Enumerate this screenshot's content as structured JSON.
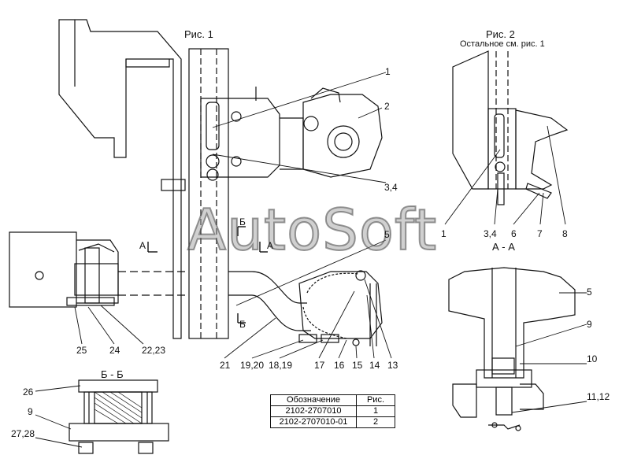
{
  "figures": {
    "fig1_title": "Рис. 1",
    "fig2_title": "Рис. 2",
    "fig2_note": "Остальное см. рис. 1"
  },
  "sections": {
    "aa": "А - А",
    "bb": "Б - Б",
    "mark_a_left": "А",
    "mark_a_right": "А",
    "mark_b_top": "Б",
    "mark_b_bottom": "Б"
  },
  "callouts": {
    "c1": "1",
    "c2": "2",
    "c34": "3,4",
    "c5": "5",
    "c21": "21",
    "c1920": "19,20",
    "c1819": "18,19",
    "c17": "17",
    "c16": "16",
    "c15": "15",
    "c14": "14",
    "c13": "13",
    "c25": "25",
    "c24": "24",
    "c2223": "22,23",
    "f2_1": "1",
    "f2_34": "3,4",
    "f2_6": "6",
    "f2_7": "7",
    "f2_8": "8",
    "aa_5": "5",
    "aa_9": "9",
    "aa_10": "10",
    "aa_1112": "11,12",
    "bb_26": "26",
    "bb_9": "9",
    "bb_2728": "27,28"
  },
  "spec_table": {
    "headers": [
      "Обозначение",
      "Рис."
    ],
    "rows": [
      [
        "2102-2707010",
        "1"
      ],
      [
        "2102-2707010-01",
        "2"
      ]
    ]
  },
  "watermark": "AutoSoft"
}
